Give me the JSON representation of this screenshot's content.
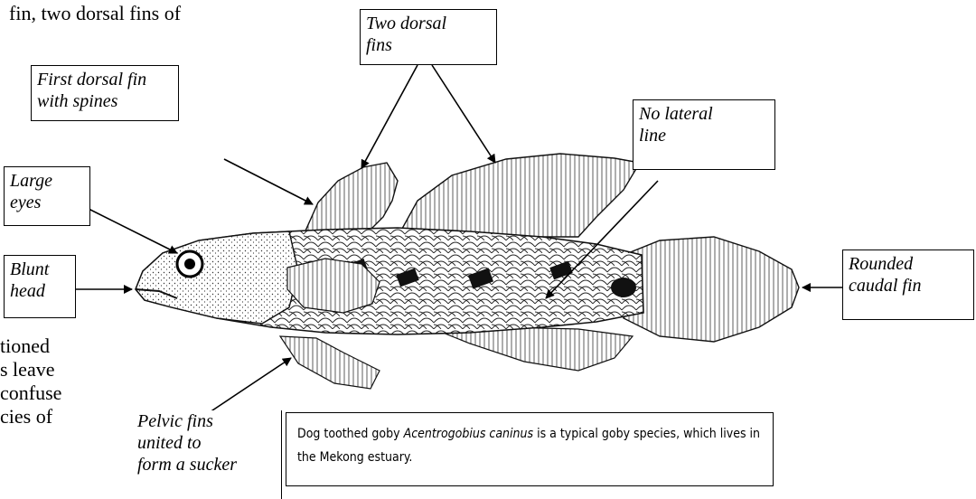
{
  "background_text": {
    "top_line": "fin, two dorsal fins of",
    "left_lines": [
      "tioned",
      "s leave",
      "confuse",
      "cies of"
    ]
  },
  "labels": {
    "two_dorsal_fins": "Two dorsal\nfins",
    "first_dorsal_fin": "First dorsal fin\nwith spines",
    "large_eyes": "Large\neyes",
    "blunt_head": "Blunt\nhead",
    "no_lateral_line": "No lateral\nline",
    "rounded_caudal_fin": "Rounded\ncaudal fin",
    "pelvic_fins": "Pelvic fins\nunited to\nform a sucker"
  },
  "caption": {
    "prefix": "Dog toothed goby ",
    "species": "Acentrogobius caninus",
    "suffix": " is a typical goby species, which lives in the Mekong estuary."
  }
}
